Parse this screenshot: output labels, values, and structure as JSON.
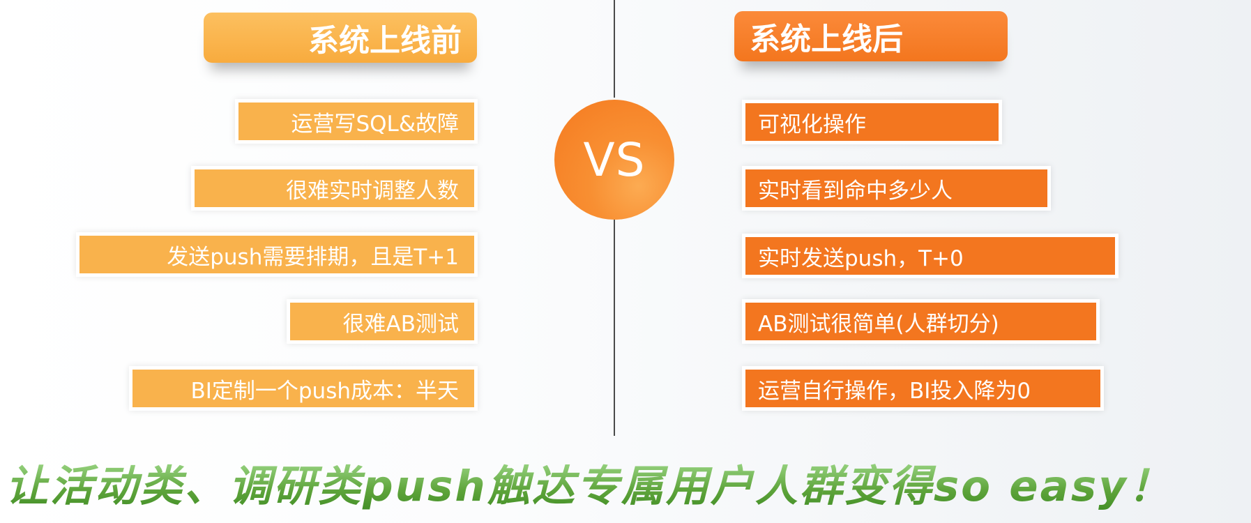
{
  "before": {
    "title": "系统上线前",
    "items": [
      "运营写SQL&故障",
      "很难实时调整人数",
      "发送push需要排期，且是T+1",
      "很难AB测试",
      "BI定制一个push成本：半天"
    ]
  },
  "after": {
    "title": "系统上线后",
    "items": [
      "可视化操作",
      "实时看到命中多少人",
      "实时发送push，T+0",
      "AB测试很简单(人群切分)",
      "运营自行操作，BI投入降为0"
    ]
  },
  "vs_label": "VS",
  "slogan": "让活动类、调研类push触达专属用户人群变得so easy！",
  "colors": {
    "before_orange": "#f9b24c",
    "after_orange": "#f3761f",
    "slogan_green": "#5fa53c",
    "divider": "#4a4a4a"
  }
}
